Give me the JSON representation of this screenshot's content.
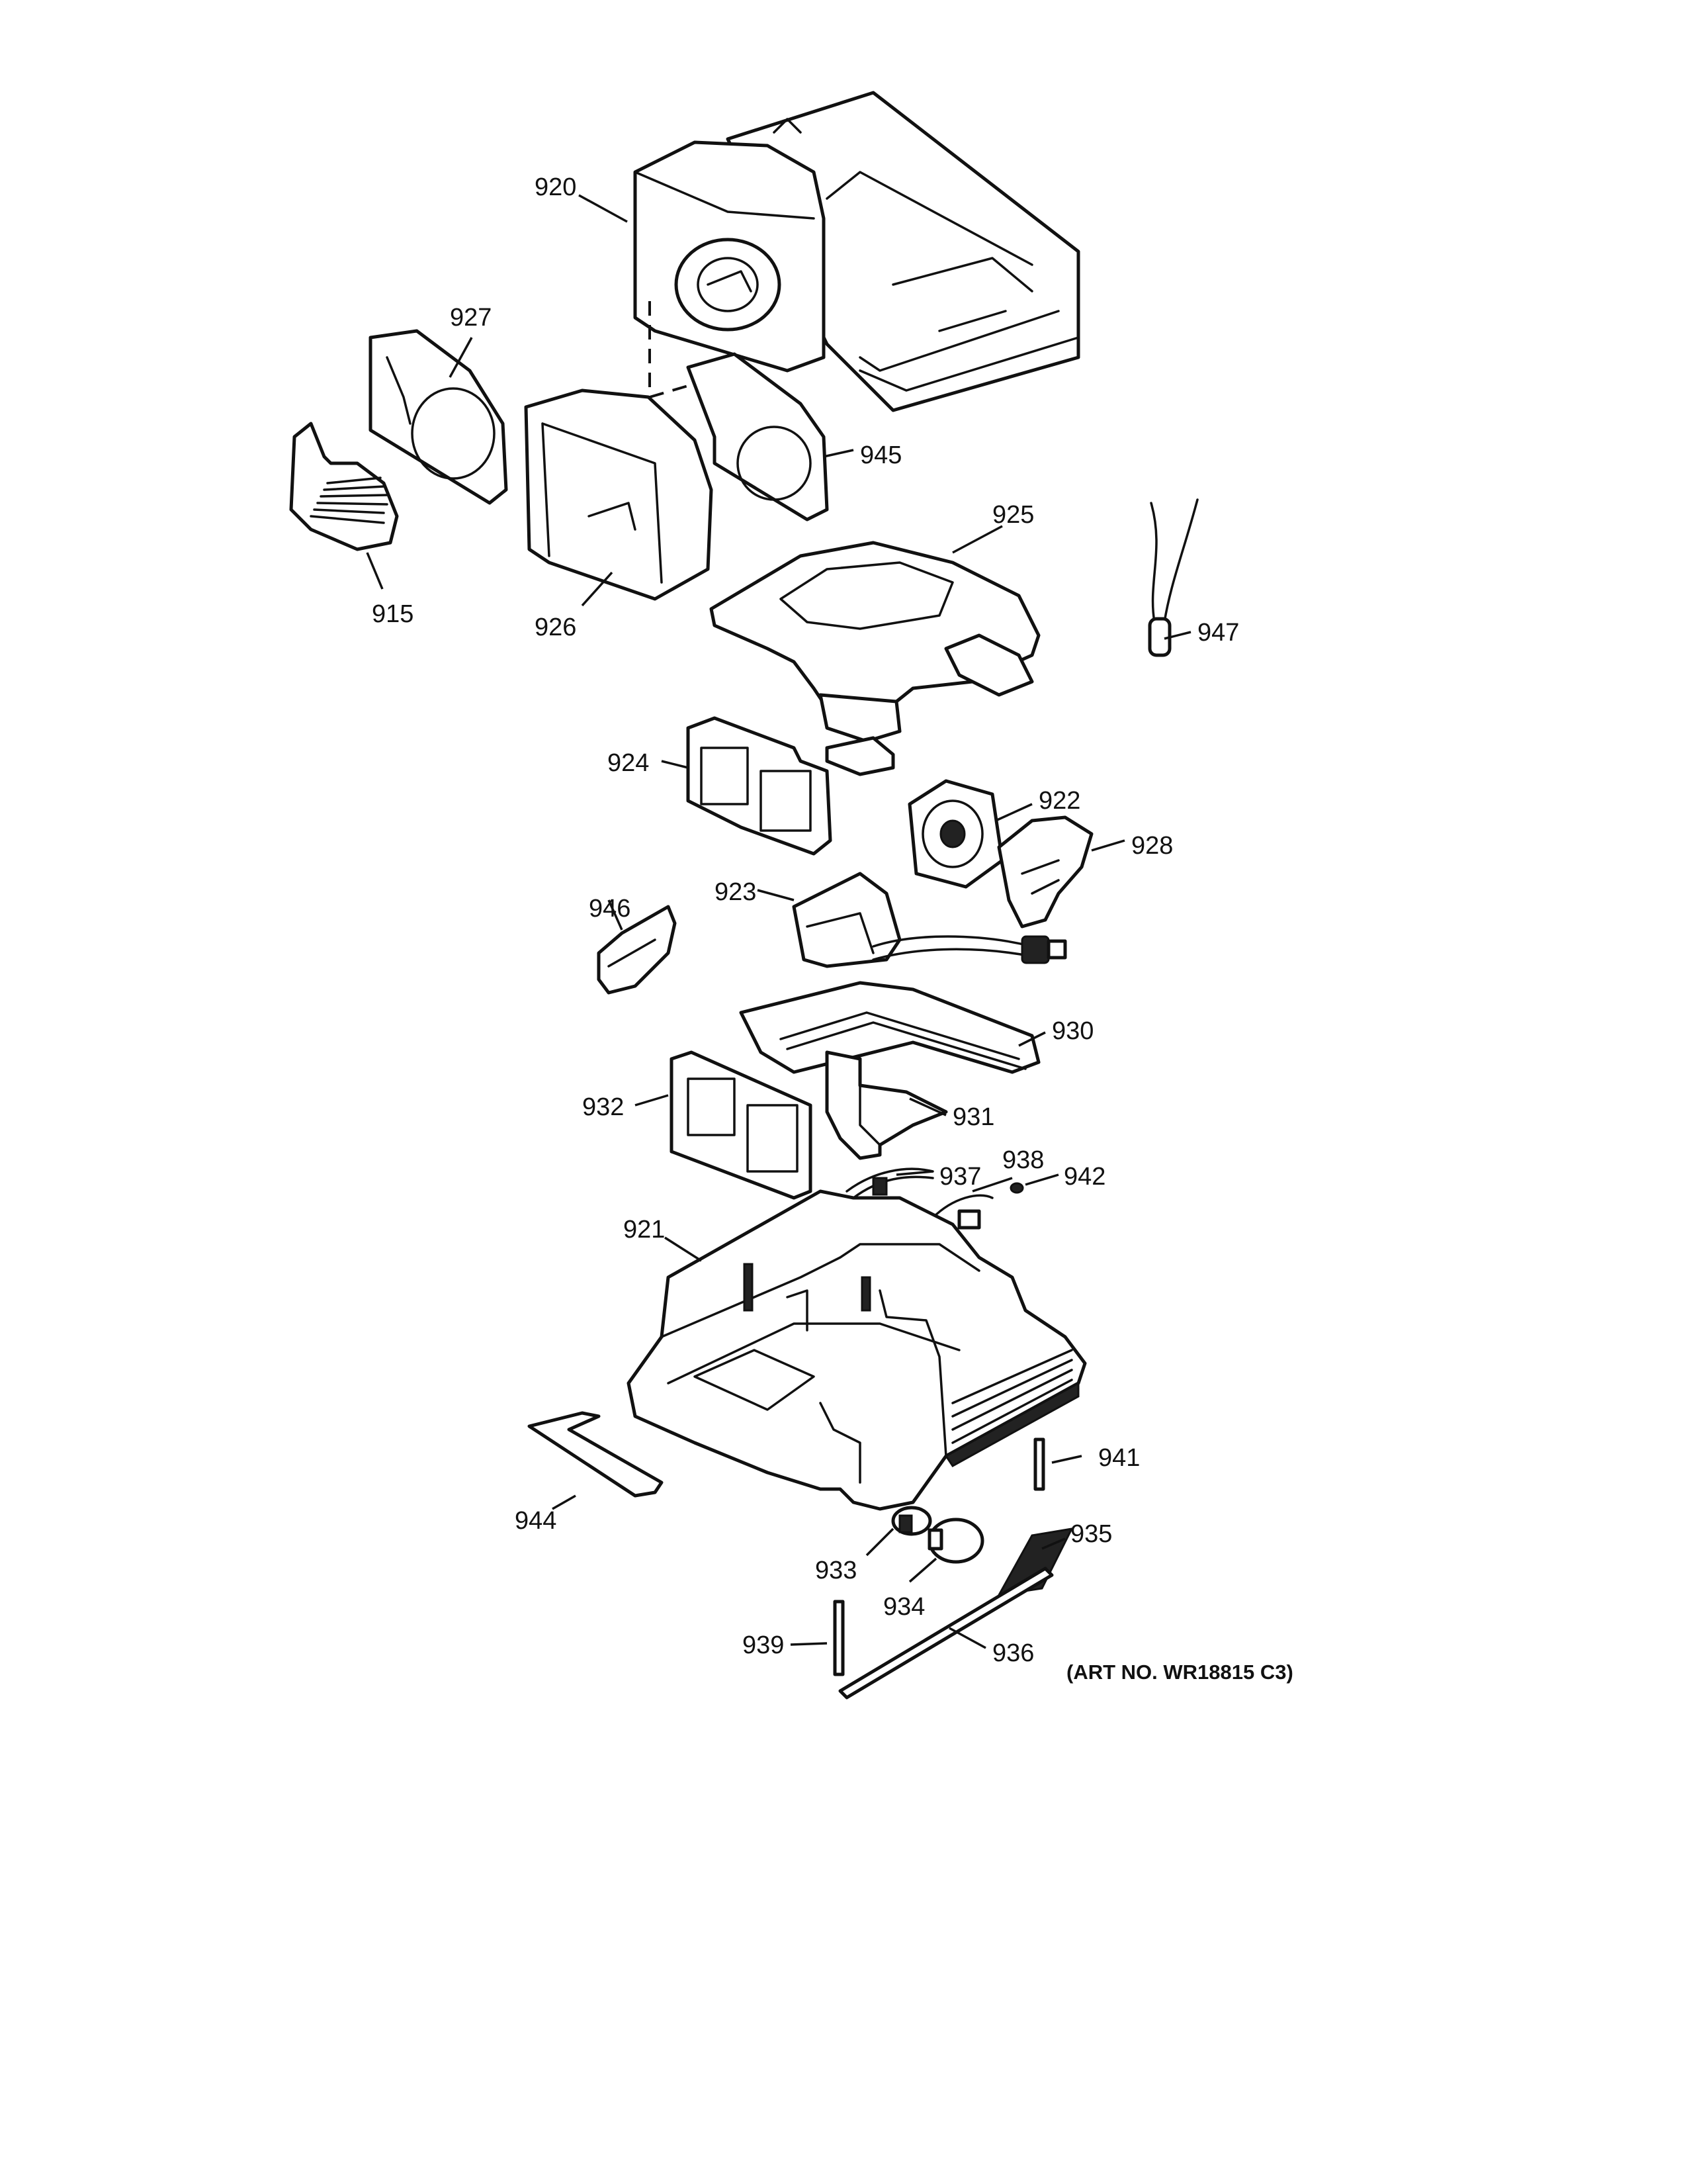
{
  "callouts": {
    "c920": "920",
    "c927": "927",
    "c945": "945",
    "c925": "925",
    "c915": "915",
    "c926": "926",
    "c947": "947",
    "c924": "924",
    "c922": "922",
    "c928": "928",
    "c946": "946",
    "c923": "923",
    "c930": "930",
    "c932": "932",
    "c931": "931",
    "c938": "938",
    "c937": "937",
    "c942": "942",
    "c921": "921",
    "c941": "941",
    "c944": "944",
    "c935": "935",
    "c933": "933",
    "c934": "934",
    "c939": "939",
    "c936": "936"
  },
  "art_number": "(ART NO. WR18815 C3)"
}
